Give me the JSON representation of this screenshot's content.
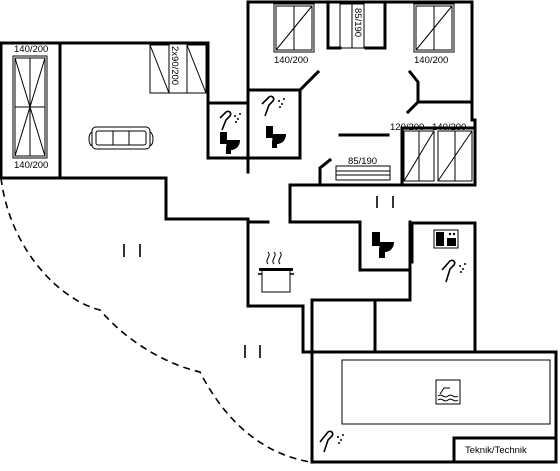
{
  "labels": {
    "bed_living_top": "140/200",
    "bed_living_bottom": "140/200",
    "bed_2x90": "2x90/200",
    "bed_top_left": "140/200",
    "bed_top_right": "140/200",
    "bed_85_190_vertical": "85/190",
    "bed_85_190_stair": "85/190",
    "bed_120_200": "120/200",
    "bed_140_200_right": "140/200",
    "technik": "Teknik/Technik"
  },
  "icons": {
    "shower": "shower-icon",
    "toilet": "toilet-icon",
    "sofa": "sofa-icon",
    "kitchen": "cooking-pot-icon",
    "washer": "washing-machine-icon",
    "pool": "pool-icon"
  }
}
